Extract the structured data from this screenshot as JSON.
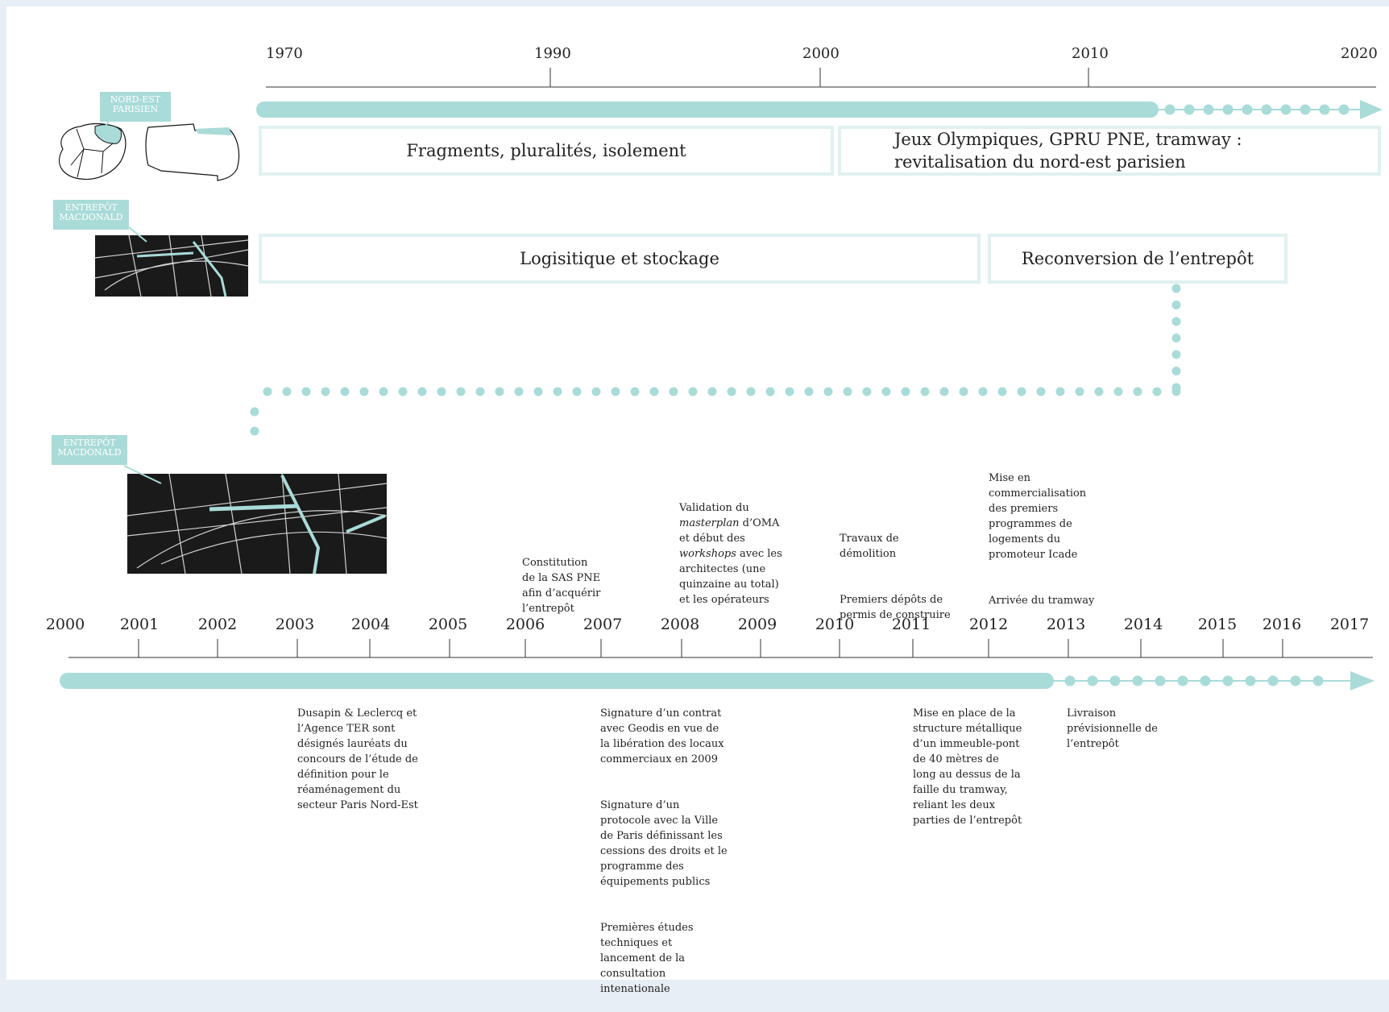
{
  "colors": {
    "accent": "#a9dbd8",
    "accent_dark": "#8fcfcb",
    "line": "#333333",
    "frame": "#e0f1f0"
  },
  "top_axis": {
    "years": [
      "1970",
      "1990",
      "2000",
      "2010",
      "2020"
    ]
  },
  "bottom_axis": {
    "years": [
      "2000",
      "2001",
      "2002",
      "2003",
      "2004",
      "2005",
      "2006",
      "2007",
      "2008",
      "2009",
      "2010",
      "2011",
      "2012",
      "2013",
      "2014",
      "2015",
      "2016",
      "2017"
    ]
  },
  "labels": {
    "nord_est": "NORD-EST\nPARISIEN",
    "entrepot_top": "ENTREPÔT\nMACDONALD",
    "entrepot_bottom": "ENTREPÔT\nMACDONALD"
  },
  "phases": {
    "fragments": "Fragments, pluralités, isolement",
    "jeux": "Jeux Olympiques, GPRU PNE, tramway : revitalisation du nord-est parisien",
    "logistique": "Logisitique et stockage",
    "reconversion": "Reconversion de l’entrepôt"
  },
  "events_above": [
    {
      "id": "ev-2006",
      "paras": [
        "Constitution\nde la SAS PNE\nafin d’acquérir\nl’entrepôt"
      ]
    },
    {
      "id": "ev-2008",
      "paras": [
        "Validation  du\nmasterplan d’OMA\net début des\nworkshops  avec les\narchitectes (une\nquinzaine au total)\net les opérateurs"
      ]
    },
    {
      "id": "ev-2010",
      "paras": [
        "Travaux de\ndémolition",
        "Premiers dépôts de\npermis de construire"
      ]
    },
    {
      "id": "ev-2012",
      "paras": [
        "Mise en\ncommercialisation\ndes premiers\nprogrammes de\nlogements du\npromoteur Icade",
        "Arrivée du tramway"
      ]
    }
  ],
  "events_below": [
    {
      "id": "ev-2003",
      "paras": [
        "Dusapin & Leclercq et\nl’Agence TER sont\ndésignés lauréats du\nconcours de l’étude de\ndéfinition pour le\nréaménagement du\nsecteur Paris Nord-Est"
      ]
    },
    {
      "id": "ev-2007",
      "paras": [
        "Signature d’un contrat\navec Geodis en vue de\nla libération des locaux\ncommerciaux en 2009",
        "Signature d’un\nprotocole avec la Ville\nde Paris définissant les\ncessions des droits et le\nprogramme des\néquipements publics",
        "Premières études\ntechniques et\nlancement de la\nconsultation\nintenationale"
      ]
    },
    {
      "id": "ev-2011",
      "paras": [
        "Mise en place de la\nstructure métallique\nd’un immeuble-pont\nde 40 mètres de\nlong au dessus de la\nfaille du tramway,\nreliant les deux\nparties de l’entrepôt"
      ]
    },
    {
      "id": "ev-2013",
      "paras": [
        "Livraison\nprévisionnelle de\nl’entrepôt"
      ]
    }
  ]
}
